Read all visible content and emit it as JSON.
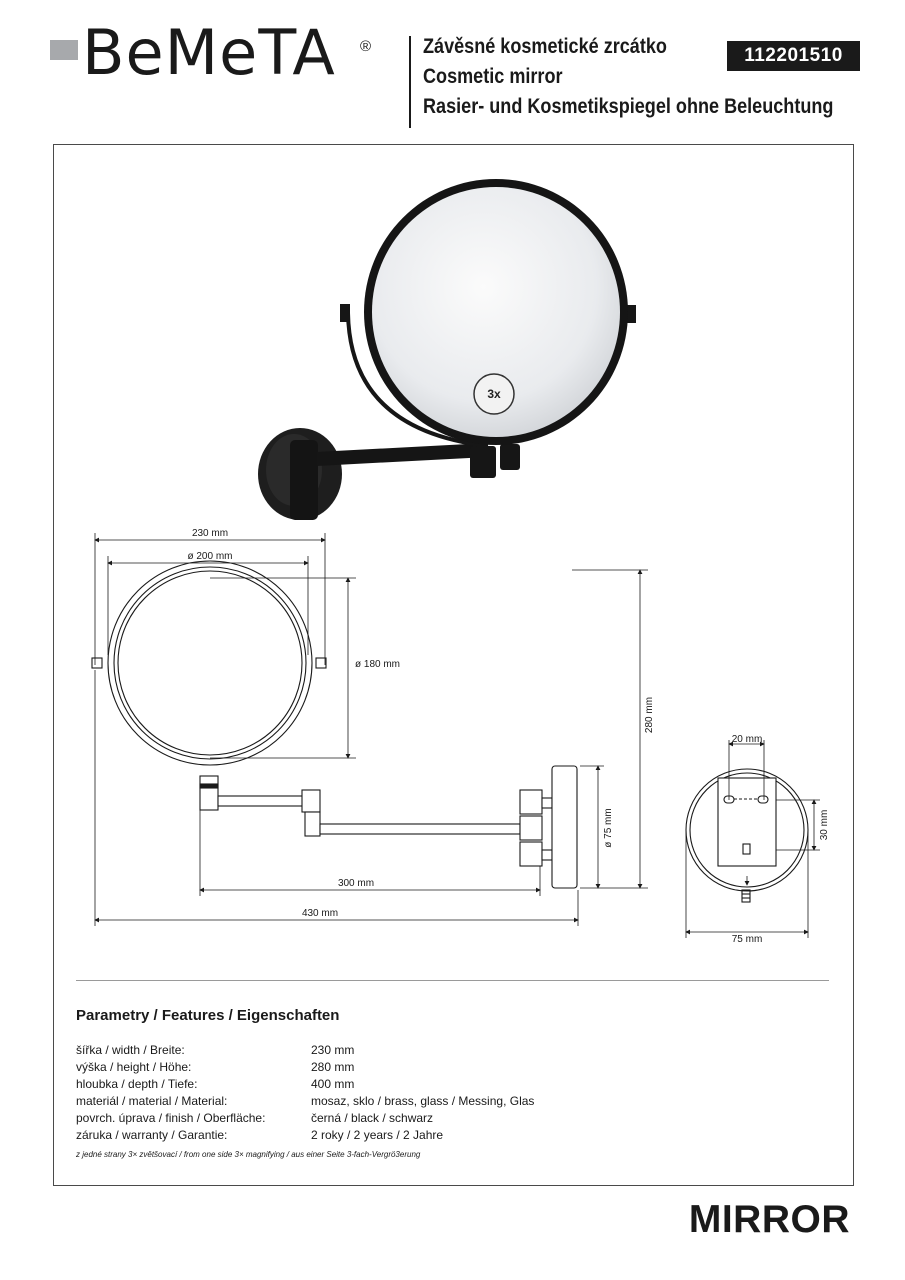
{
  "header": {
    "brand": "BeMeTA",
    "registered": "®",
    "titles": [
      "Závěsné kosmetické zrcátko",
      "Cosmetic mirror",
      "Rasier- und Kosmetikspiegel ohne Beleuchtung"
    ],
    "product_code": "112201510"
  },
  "product_photo": {
    "magnification_badge": "3x"
  },
  "dimensions": {
    "width_230": "230 mm",
    "dia_200": "ø 200 mm",
    "dia_180": "ø 180 mm",
    "height_280": "280 mm",
    "dia_75": "ø 75 mm",
    "arm_300": "300 mm",
    "total_430": "430 mm",
    "plate_20": "20 mm",
    "plate_30": "30 mm",
    "plate_75": "75 mm"
  },
  "features": {
    "title": "Parametry / Features / Eigenschaften",
    "rows": [
      {
        "label": "šířka / width / Breite:",
        "value": "230 mm"
      },
      {
        "label": "výška / height / Höhe:",
        "value": "280 mm"
      },
      {
        "label": "hloubka / depth / Tiefe:",
        "value": "400 mm"
      },
      {
        "label": "materiál / material / Material:",
        "value": "mosaz, sklo / brass, glass / Messing, Glas"
      },
      {
        "label": "povrch. úprava / finish / Oberfläche:",
        "value": "černá / black / schwarz"
      },
      {
        "label": "záruka / warranty / Garantie:",
        "value": "2 roky / 2 years / 2 Jahre"
      }
    ],
    "footnote": "z jedné strany 3× zvětšovací / from one side 3× magnifying / aus einer Seite 3-fach-Vergrö3erung"
  },
  "footer": {
    "category": "MIRROR"
  }
}
